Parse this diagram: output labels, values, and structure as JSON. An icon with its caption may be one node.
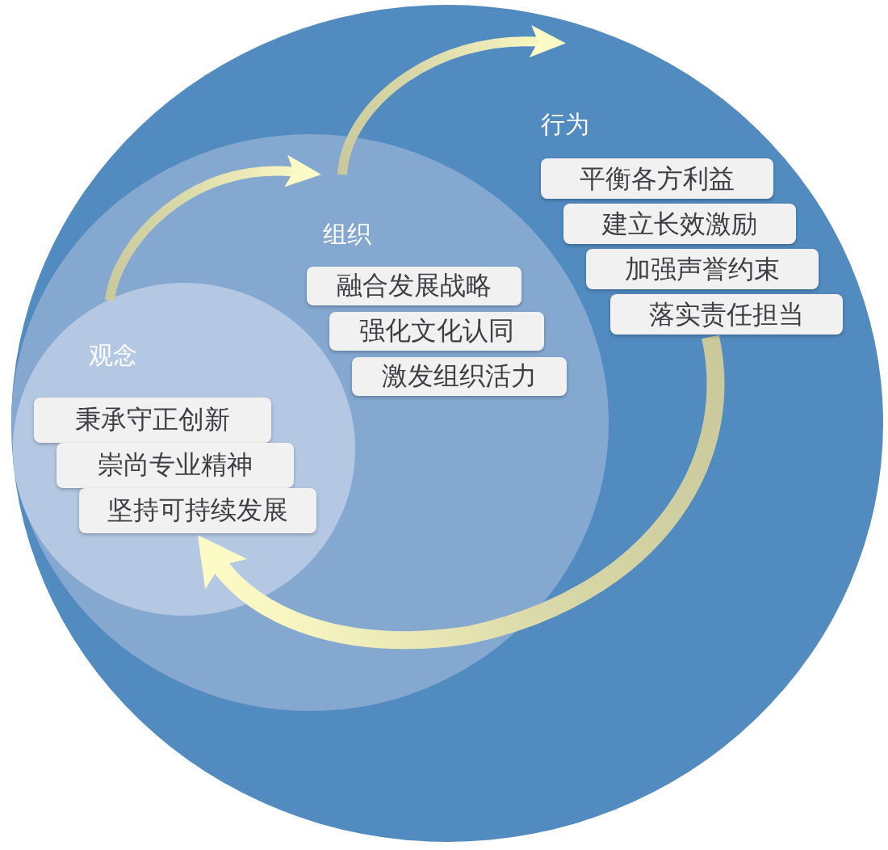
{
  "diagram": {
    "nodes": [
      {
        "text": [
          "行为"
        ]
      },
      {
        "text": [
          "平衡各方利益"
        ],
        "in": 0
      },
      {
        "text": [
          "建立长效激励"
        ],
        "in": 0
      },
      {
        "text": [
          "加强声誉约束"
        ],
        "in": 0
      },
      {
        "text": [
          "落实责任担当"
        ],
        "in": 0
      },
      {
        "text": [
          "组织"
        ],
        "in": 0
      },
      {
        "text": [
          "融合发展战略"
        ],
        "in": 5
      },
      {
        "text": [
          "强化文化认同"
        ],
        "in": 5
      },
      {
        "text": [
          "激发组织活力"
        ],
        "in": 5
      },
      {
        "text": [
          "观念"
        ],
        "in": 5
      },
      {
        "text": [
          "秉承守正创新"
        ],
        "in": 9
      },
      {
        "text": [
          "崇尚专业精神"
        ],
        "in": 9
      },
      {
        "text": [
          "坚持可持续发展"
        ],
        "in": 9
      }
    ],
    "edges": [
      {
        "from": 9,
        "to": 5,
        "arrow": "to"
      },
      {
        "from": 5,
        "to": 0,
        "arrow": "to"
      },
      {
        "from": 4,
        "to": 12,
        "arrow": "to"
      }
    ]
  }
}
